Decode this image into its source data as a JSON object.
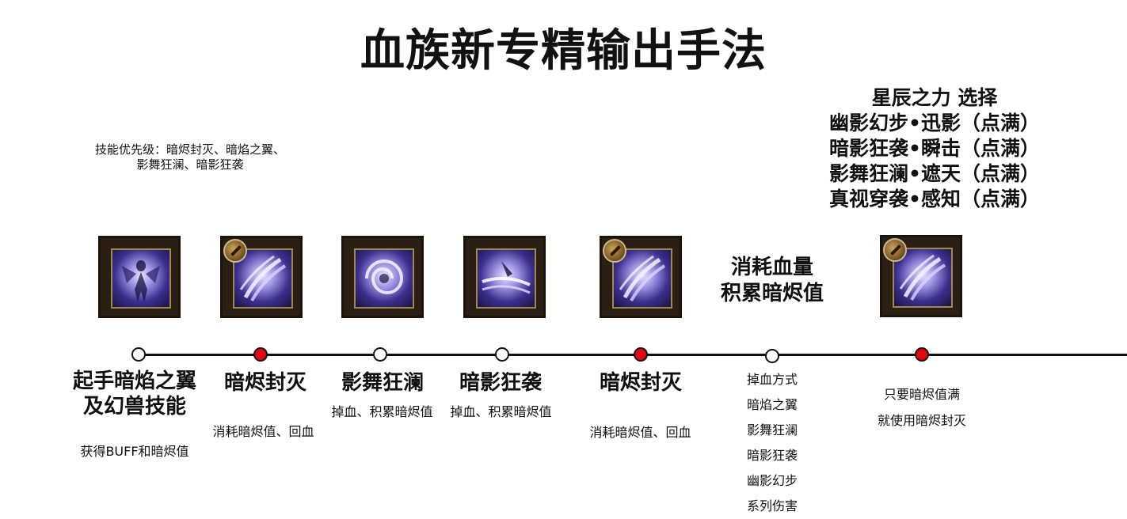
{
  "title": "血族新专精输出手法",
  "priority": {
    "line1": "技能优先级：暗烬封灭、暗焰之翼、",
    "line2": "影舞狂澜、暗影狂袭"
  },
  "star_power": {
    "heading": "星辰之力 选择",
    "options": [
      "幽影幻步•迅影（点满）",
      "暗影狂袭•瞬击（点满）",
      "影舞狂澜•遮天（点满）",
      "真视穿袭•感知（点满）"
    ]
  },
  "consume_note": {
    "line1": "消耗血量",
    "line2": "积累暗烬值"
  },
  "icons": [
    {
      "icon": "figure-icon",
      "badge": false
    },
    {
      "icon": "claw-slash-icon",
      "badge": true
    },
    {
      "icon": "swirl-icon",
      "badge": false
    },
    {
      "icon": "blade-slash-icon",
      "badge": false
    },
    {
      "icon": "claw-slash-icon",
      "badge": true
    },
    {
      "icon": "claw-slash-icon",
      "badge": true
    }
  ],
  "nodes": [
    {
      "color": "white"
    },
    {
      "color": "red"
    },
    {
      "color": "white"
    },
    {
      "color": "white"
    },
    {
      "color": "red"
    },
    {
      "color": "white"
    },
    {
      "color": "red"
    }
  ],
  "steps": [
    {
      "label_line1": "起手暗焰之翼",
      "label_line2": "及幻兽技能",
      "desc": "获得BUFF和暗烬值"
    },
    {
      "label": "暗烬封灭",
      "desc": "消耗暗烬值、回血"
    },
    {
      "label": "影舞狂澜",
      "desc": "掉血、积累暗烬值"
    },
    {
      "label": "暗影狂袭",
      "desc": "掉血、积累暗烬值"
    },
    {
      "label": "暗烬封灭",
      "desc": "消耗暗烬值、回血"
    }
  ],
  "bleed_methods": {
    "heading": "掉血方式",
    "items": [
      "暗焰之翼",
      "影舞狂澜",
      "暗影狂袭",
      "幽影幻步",
      "系列伤害"
    ]
  },
  "final_note": {
    "line1": "只要暗烬值满",
    "line2": "就使用暗烬封灭"
  },
  "colors": {
    "node_red": "#e30613",
    "timeline": "#111111"
  }
}
